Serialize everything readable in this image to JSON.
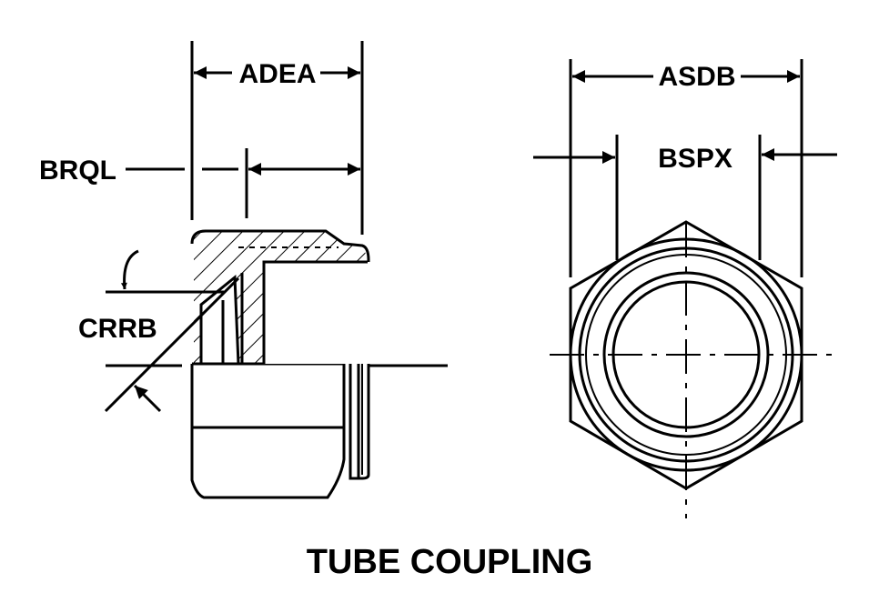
{
  "labels": {
    "adea": "ADEA",
    "brql": "BRQL",
    "crrb": "CRRB",
    "asdb": "ASDB",
    "bspx": "BSPX"
  },
  "title": "TUBE COUPLING",
  "colors": {
    "line": "#000000",
    "background": "#ffffff"
  }
}
